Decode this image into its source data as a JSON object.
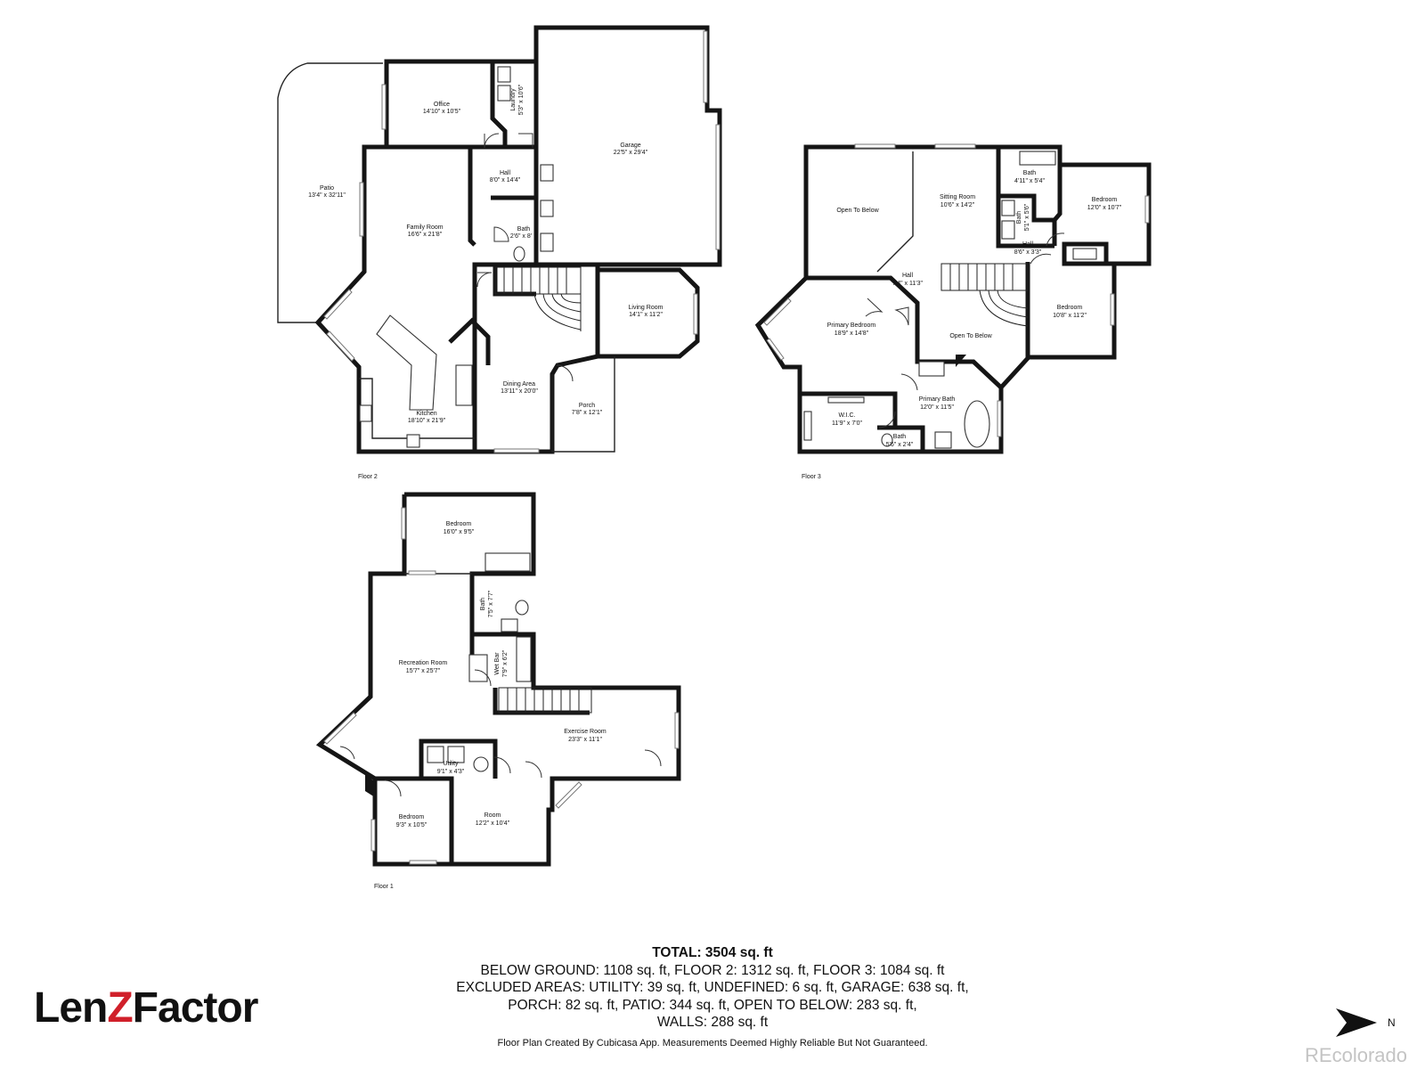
{
  "floors": [
    {
      "id": "floor2",
      "label": "Floor 2"
    },
    {
      "id": "floor3",
      "label": "Floor 3"
    },
    {
      "id": "floor1",
      "label": "Floor 1"
    }
  ],
  "rooms": {
    "office": {
      "name": "Office",
      "dim": "14'10\" x 10'5\""
    },
    "laundry": {
      "name": "Laundry",
      "dim": "5'3\" x 10'6\""
    },
    "garage": {
      "name": "Garage",
      "dim": "22'5\" x 29'4\""
    },
    "patio": {
      "name": "Patio",
      "dim": "13'4\" x 32'11\""
    },
    "hall2": {
      "name": "Hall",
      "dim": "8'0\" x 14'4\""
    },
    "family": {
      "name": "Family Room",
      "dim": "16'6\" x 21'8\""
    },
    "bath2": {
      "name": "Bath",
      "dim": "2'6\" x 8'"
    },
    "living": {
      "name": "Living Room",
      "dim": "14'1\" x 11'2\""
    },
    "dining": {
      "name": "Dining Area",
      "dim": "13'11\" x 20'0\""
    },
    "porch": {
      "name": "Porch",
      "dim": "7'8\" x 12'1\""
    },
    "kitchen": {
      "name": "Kitchen",
      "dim": "18'10\" x 21'9\""
    },
    "otb1": {
      "name": "Open To Below"
    },
    "sitting": {
      "name": "Sitting Room",
      "dim": "10'6\" x 14'2\""
    },
    "bath3a": {
      "name": "Bath",
      "dim": "4'11\" x 5'4\""
    },
    "bed3a": {
      "name": "Bedroom",
      "dim": "12'0\" x 10'7\""
    },
    "bath3b": {
      "name": "Bath",
      "dim": "5'1\" x 5'6\""
    },
    "hall3b": {
      "name": "Hall",
      "dim": "8'6\" x 3'3\""
    },
    "hall3a": {
      "name": "Hall",
      "dim": "7'4\" x 11'3\""
    },
    "primary": {
      "name": "Primary Bedroom",
      "dim": "18'9\" x 14'8\""
    },
    "otb2": {
      "name": "Open To Below"
    },
    "bed3b": {
      "name": "Bedroom",
      "dim": "10'8\" x 11'2\""
    },
    "primbath": {
      "name": "Primary Bath",
      "dim": "12'0\" x 11'5\""
    },
    "wic": {
      "name": "W.I.C.",
      "dim": "11'9\" x 7'0\""
    },
    "bath3c": {
      "name": "Bath",
      "dim": "5'6\" x 2'4\""
    },
    "bed1a": {
      "name": "Bedroom",
      "dim": "16'0\" x 9'5\""
    },
    "bath1": {
      "name": "Bath",
      "dim": "7'5\" x 7'7\""
    },
    "rec": {
      "name": "Recreation Room",
      "dim": "15'7\" x 25'7\""
    },
    "wetbar": {
      "name": "Wet Bar",
      "dim": "7'9\" x 6'2\""
    },
    "exercise": {
      "name": "Exercise Room",
      "dim": "23'3\" x 11'1\""
    },
    "utility": {
      "name": "Utility",
      "dim": "9'1\" x 4'3\""
    },
    "bed1b": {
      "name": "Bedroom",
      "dim": "9'3\" x 10'5\""
    },
    "room1": {
      "name": "Room",
      "dim": "12'2\" x 10'4\""
    }
  },
  "totals": {
    "total": "TOTAL: 3504 sq. ft",
    "line1": "BELOW GROUND: 1108 sq. ft, FLOOR 2: 1312 sq. ft, FLOOR 3: 1084 sq. ft",
    "line2": "EXCLUDED AREAS: UTILITY: 39 sq. ft, UNDEFINED: 6 sq. ft, GARAGE: 638 sq. ft,",
    "line3": "PORCH: 82 sq. ft, PATIO: 344 sq. ft, OPEN TO BELOW: 283 sq. ft,",
    "line4": "WALLS: 288 sq. ft"
  },
  "disclaimer": "Floor Plan Created By Cubicasa App. Measurements Deemed Highly Reliable But Not Guaranteed.",
  "logo": {
    "part1": "Len",
    "part2": "Z",
    "part3": "Factor"
  },
  "watermark": "REcolorado",
  "compass": {
    "label": "N",
    "icon": "north-arrow-icon"
  },
  "colors": {
    "logo_accent": "#d0202a",
    "walls": "#151515",
    "watermark": "#c4c4c4"
  }
}
